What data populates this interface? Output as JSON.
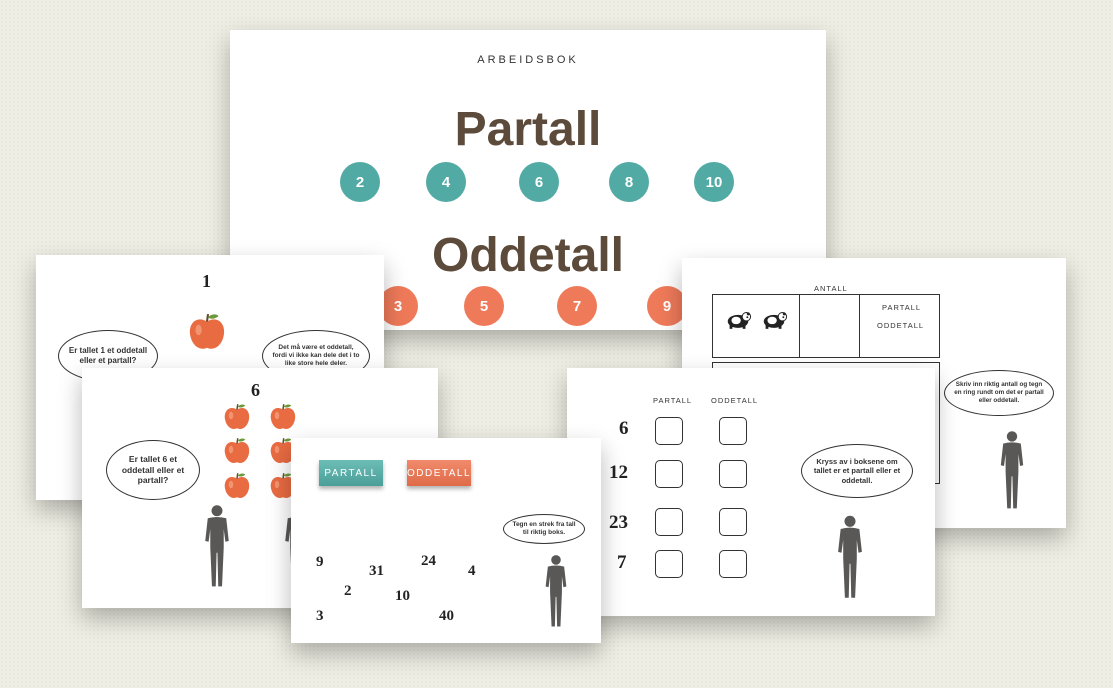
{
  "cover": {
    "header": "ARBEIDSBOK",
    "even_title": "Partall",
    "odd_title": "Oddetall",
    "even_numbers": [
      "2",
      "4",
      "6",
      "8",
      "10"
    ],
    "odd_numbers": [
      "3",
      "5",
      "7",
      "9"
    ]
  },
  "slide_one": {
    "number": "1",
    "question": "Er tallet 1 et oddetall eller et partall?",
    "answer": "Det må være et oddetall, fordi vi ikke kan dele det i to like store hele deler."
  },
  "slide_six": {
    "number": "6",
    "question": "Er tallet 6 et oddetall eller et partall?"
  },
  "slide_antall": {
    "header": "ANTALL",
    "even_label": "PARTALL",
    "odd_label": "ODDETALL",
    "speech": "Skriv inn riktig antall og tegn en ring rundt om det er partall eller oddetall."
  },
  "slide_strek": {
    "even_tag": "PARTALL",
    "odd_tag": "ODDETALL",
    "speech": "Tegn en strek fra tall til riktig boks.",
    "numbers": [
      "9",
      "31",
      "24",
      "4",
      "2",
      "10",
      "3",
      "40"
    ]
  },
  "slide_kryss": {
    "col_even": "PARTALL",
    "col_odd": "ODDETALL",
    "rows": [
      "6",
      "12",
      "23",
      "7"
    ],
    "speech": "Kryss av i boksene om tallet er et partall eller et oddetall."
  }
}
